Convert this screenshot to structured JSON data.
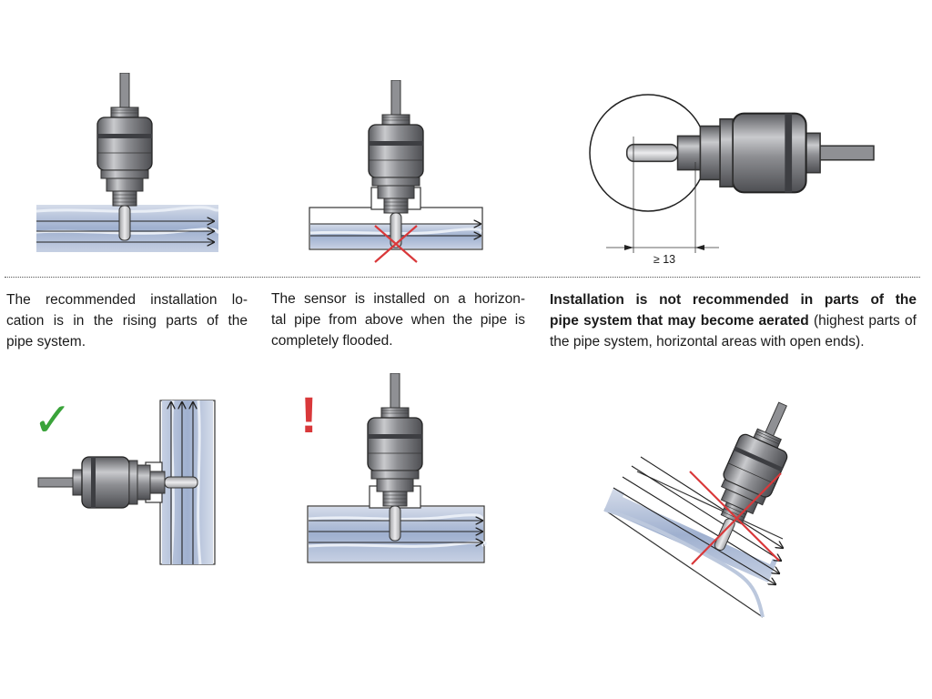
{
  "sections": [
    {
      "text": "The recommended installation location is in the rising parts of the pipe system.",
      "text_lines": [
        "The recommended installation lo-",
        "cation is in the rising parts of the",
        "pipe system."
      ]
    },
    {
      "text": "The sensor is installed on a horizontal pipe from above when the pipe is completely flooded.",
      "text_lines": [
        "The sensor is installed on a horizon-",
        "tal pipe from above when the pipe is",
        "completely flooded."
      ]
    },
    {
      "text_bold": "Installation is not recommended in parts of the pipe system that may become aerated",
      "text_bold_lines": [
        "Installation is not recommended in parts of the",
        "pipe system that may become aerated"
      ],
      "text_rest": " (highest parts of the pipe system, horizontal areas with open ends)."
    }
  ],
  "dimension_label": "≥ 13",
  "marks": {
    "ok": "✓",
    "warn": "!"
  },
  "colors": {
    "check": "#3aa33a",
    "cross": "#d9383a",
    "warn": "#d9383a",
    "water": "#a9b8d3",
    "body": "#8f9094"
  }
}
